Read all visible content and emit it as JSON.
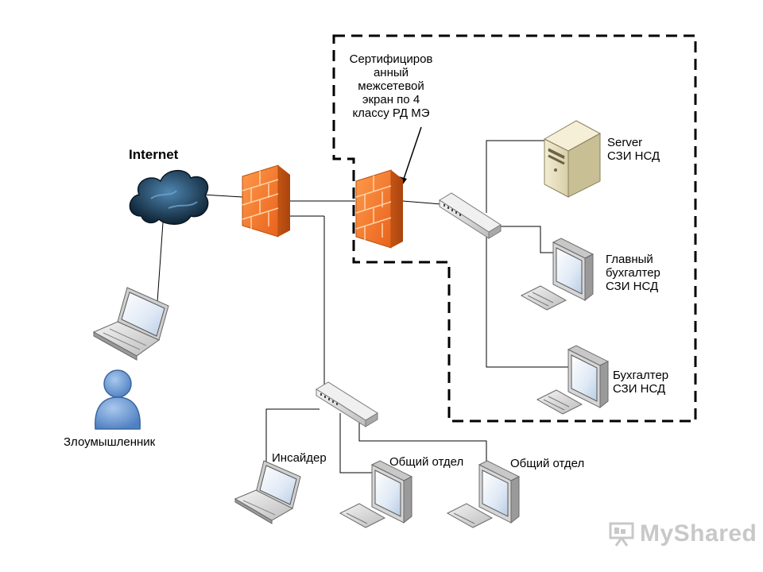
{
  "labels": {
    "internet": "Internet",
    "certified_firewall": "Сертифициров\nанный\nмежсетевой\nэкран по 4\nклассу РД МЭ",
    "server": "Server\nСЗИ НСД",
    "chief_accountant": "Главный\nбухгалтер\nСЗИ НСД",
    "accountant": "Бухгалтер\nСЗИ НСД",
    "attacker": "Злоумышленник",
    "insider": "Инсайдер",
    "general_dept_1": "Общий отдел",
    "general_dept_2": "Общий отдел"
  },
  "watermark": {
    "text": "MyShared",
    "icon": "presentation-board-icon"
  },
  "colors": {
    "firewall": "#f07a2a",
    "cloud": "#1d3a52",
    "person": "#6f9ed6",
    "perimeter": "#000000"
  }
}
